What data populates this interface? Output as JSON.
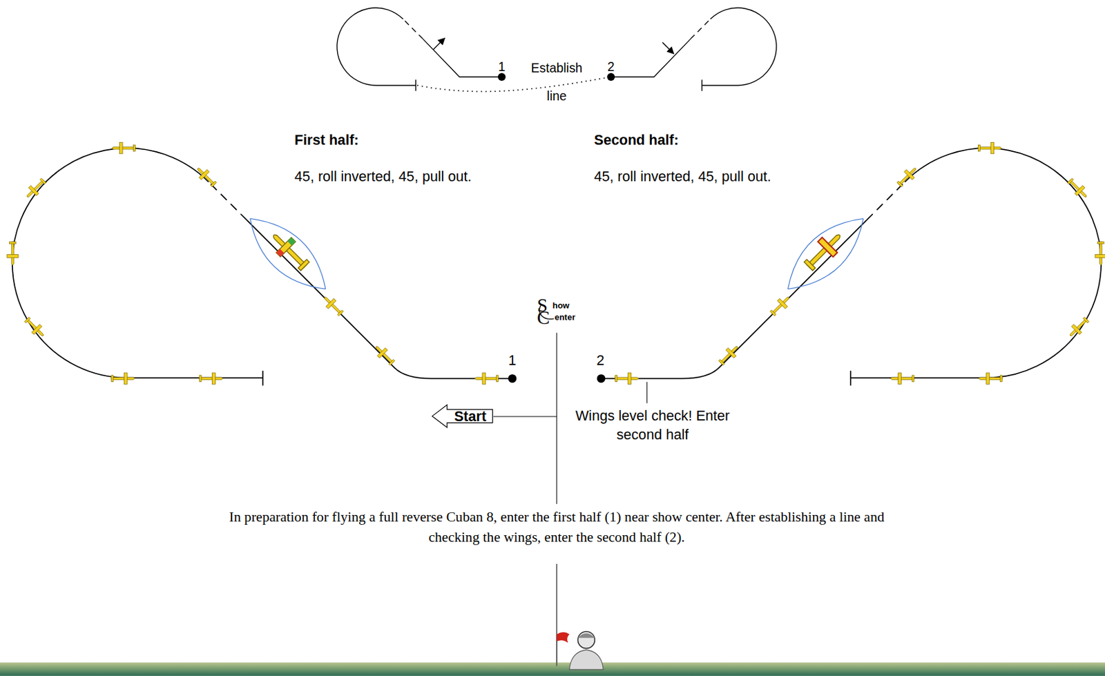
{
  "diagram": {
    "caption": "In preparation for flying a full reverse Cuban 8, enter the first half (1) near show center. After establishing a line and checking the wings, enter the second half (2).",
    "nodes": [
      {
        "text": [
          "Start"
        ]
      }
    ],
    "labels": [
      "1",
      "Establish",
      "2",
      "line",
      "First half:",
      "45, roll inverted, 45, pull out.",
      "Second half:",
      "45, roll inverted, 45, pull out.",
      "S",
      "how",
      "C",
      "enter",
      "1",
      "2",
      "Wings level check! Enter second half"
    ]
  }
}
